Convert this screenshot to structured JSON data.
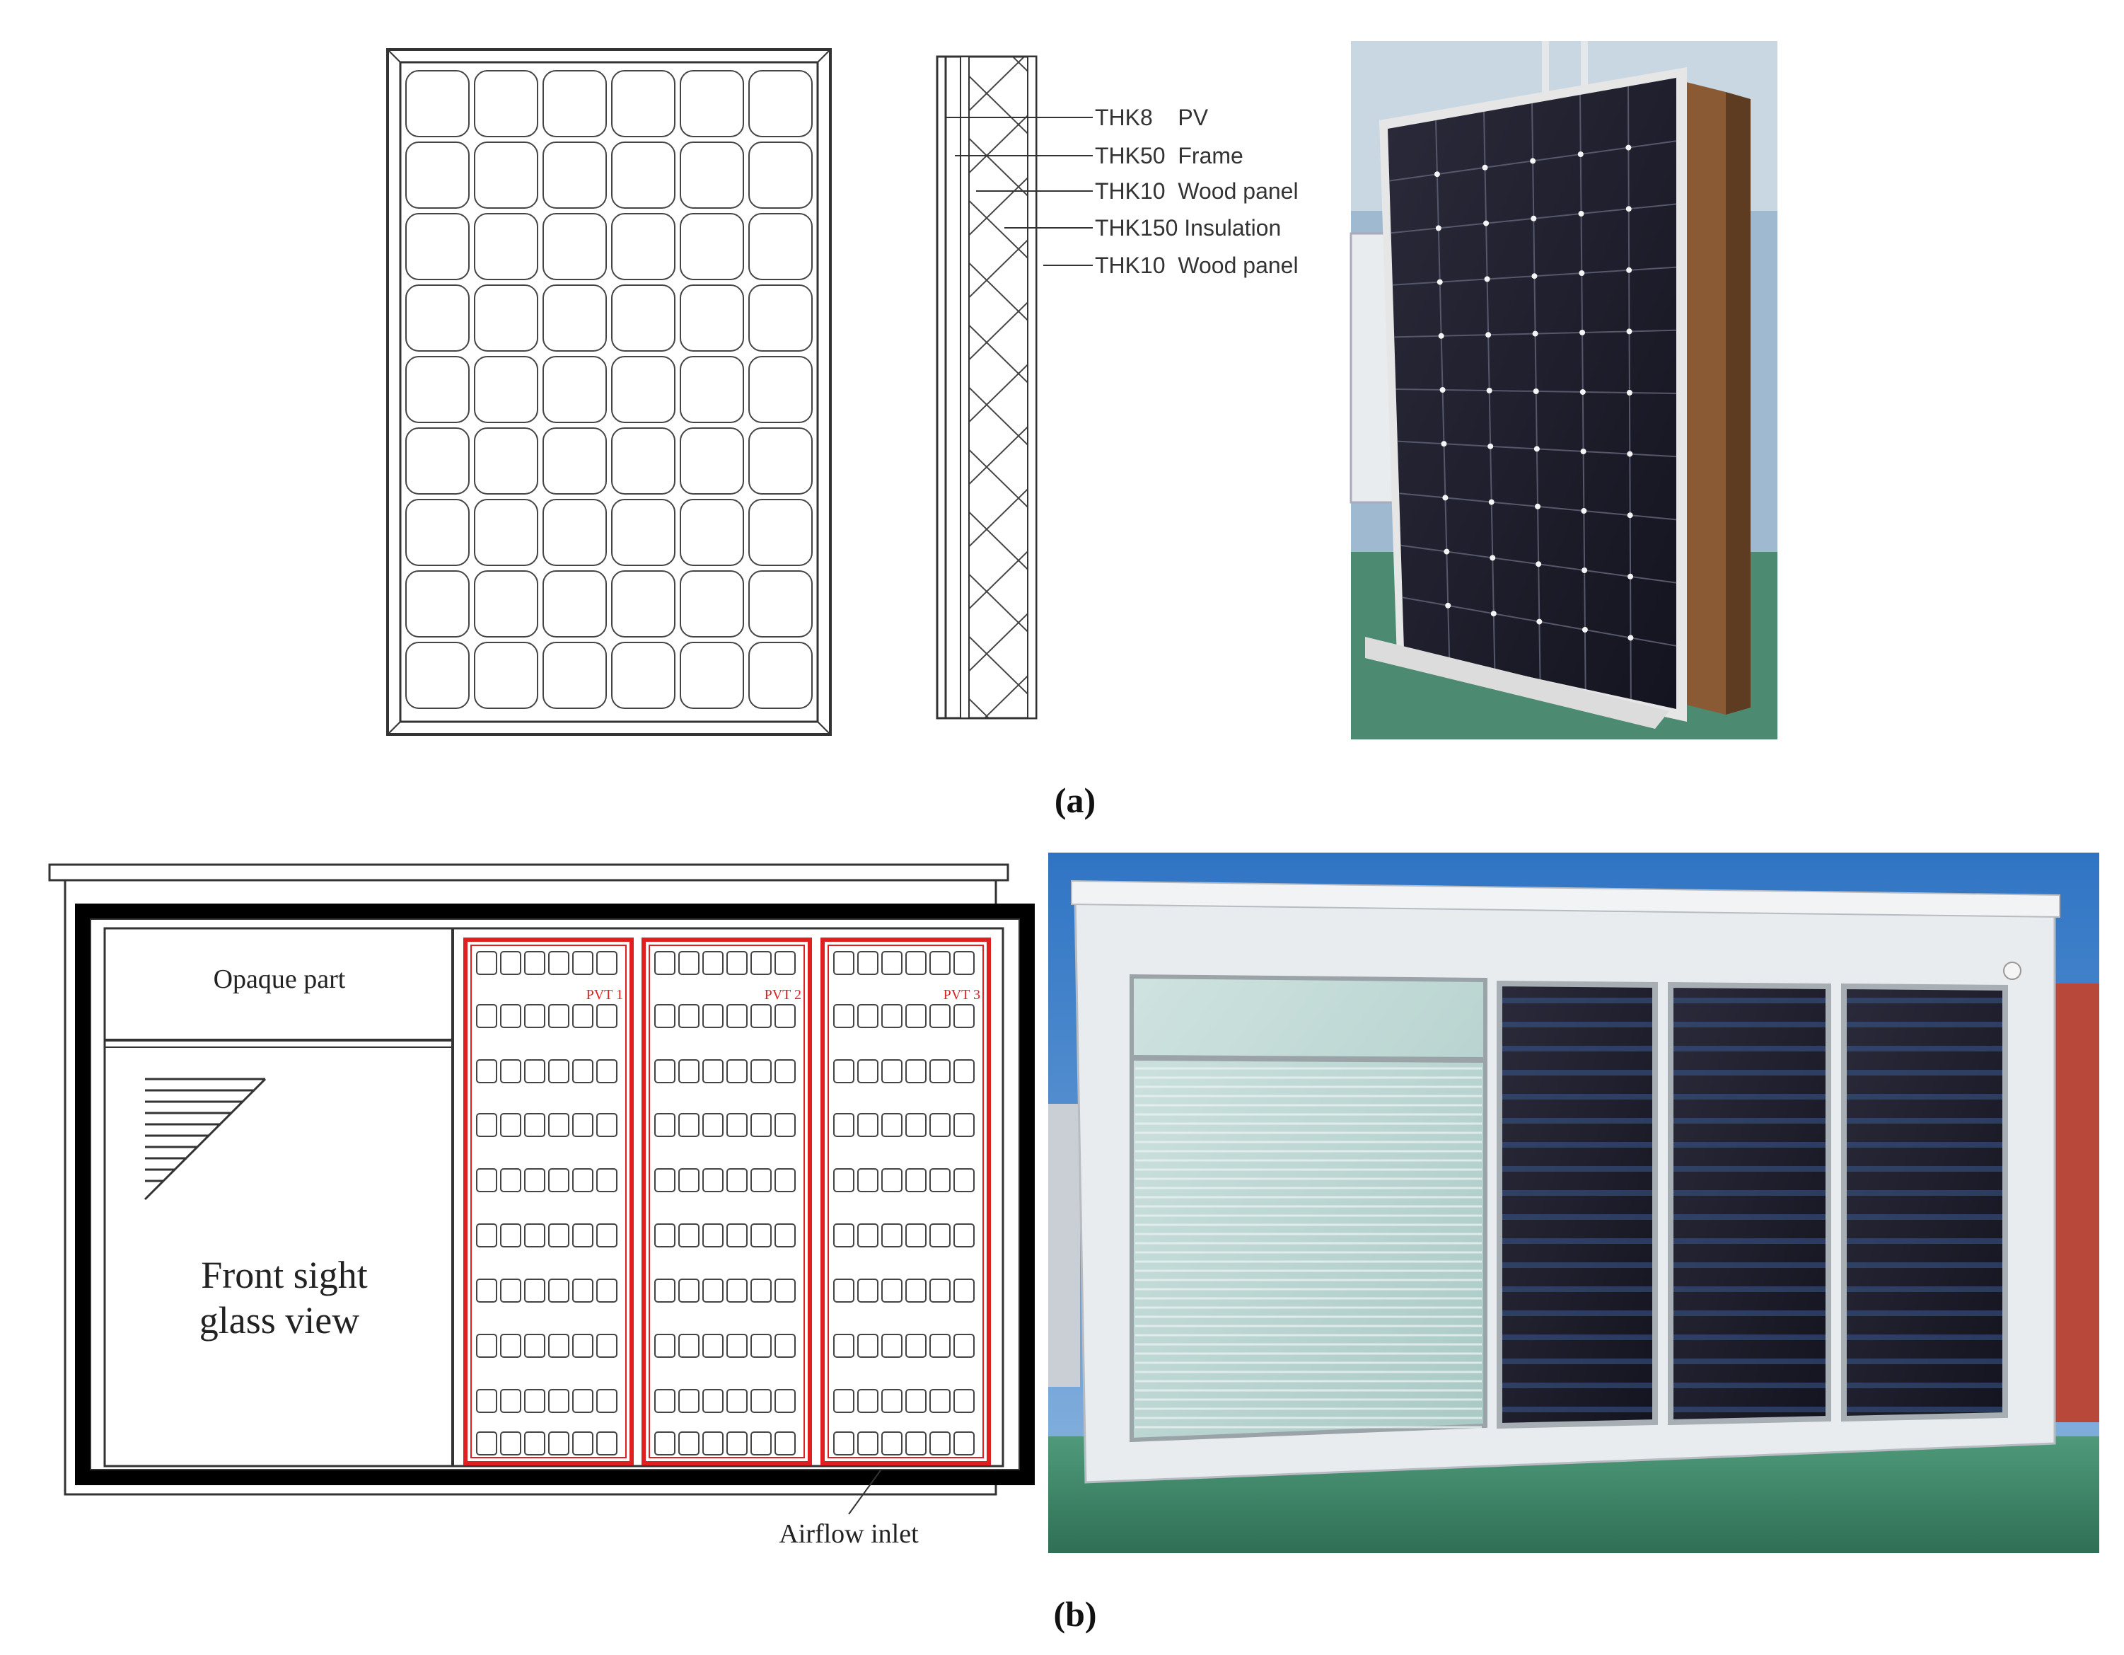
{
  "panel_a": {
    "caption": "(a)",
    "layer_labels": [
      "THK8    PV",
      "THK50  Frame",
      "THK10  Wood panel",
      "THK150 Insulation",
      "THK10  Wood panel"
    ]
  },
  "panel_b": {
    "caption": "(b)",
    "opaque_label": "Opaque part",
    "glass_label_line1": "Front sight",
    "glass_label_line2": "glass view",
    "pvt_labels": [
      "PVT 1",
      "PVT 2",
      "PVT 3"
    ],
    "airflow_label": "Airflow inlet"
  },
  "colors": {
    "line": "#333333",
    "pvt_outline": "#e02020",
    "pv_dark": "#1b1b2a",
    "sky": "#3d7fc9",
    "roof_green": "#3f8a6a",
    "brick": "#b8483a"
  }
}
